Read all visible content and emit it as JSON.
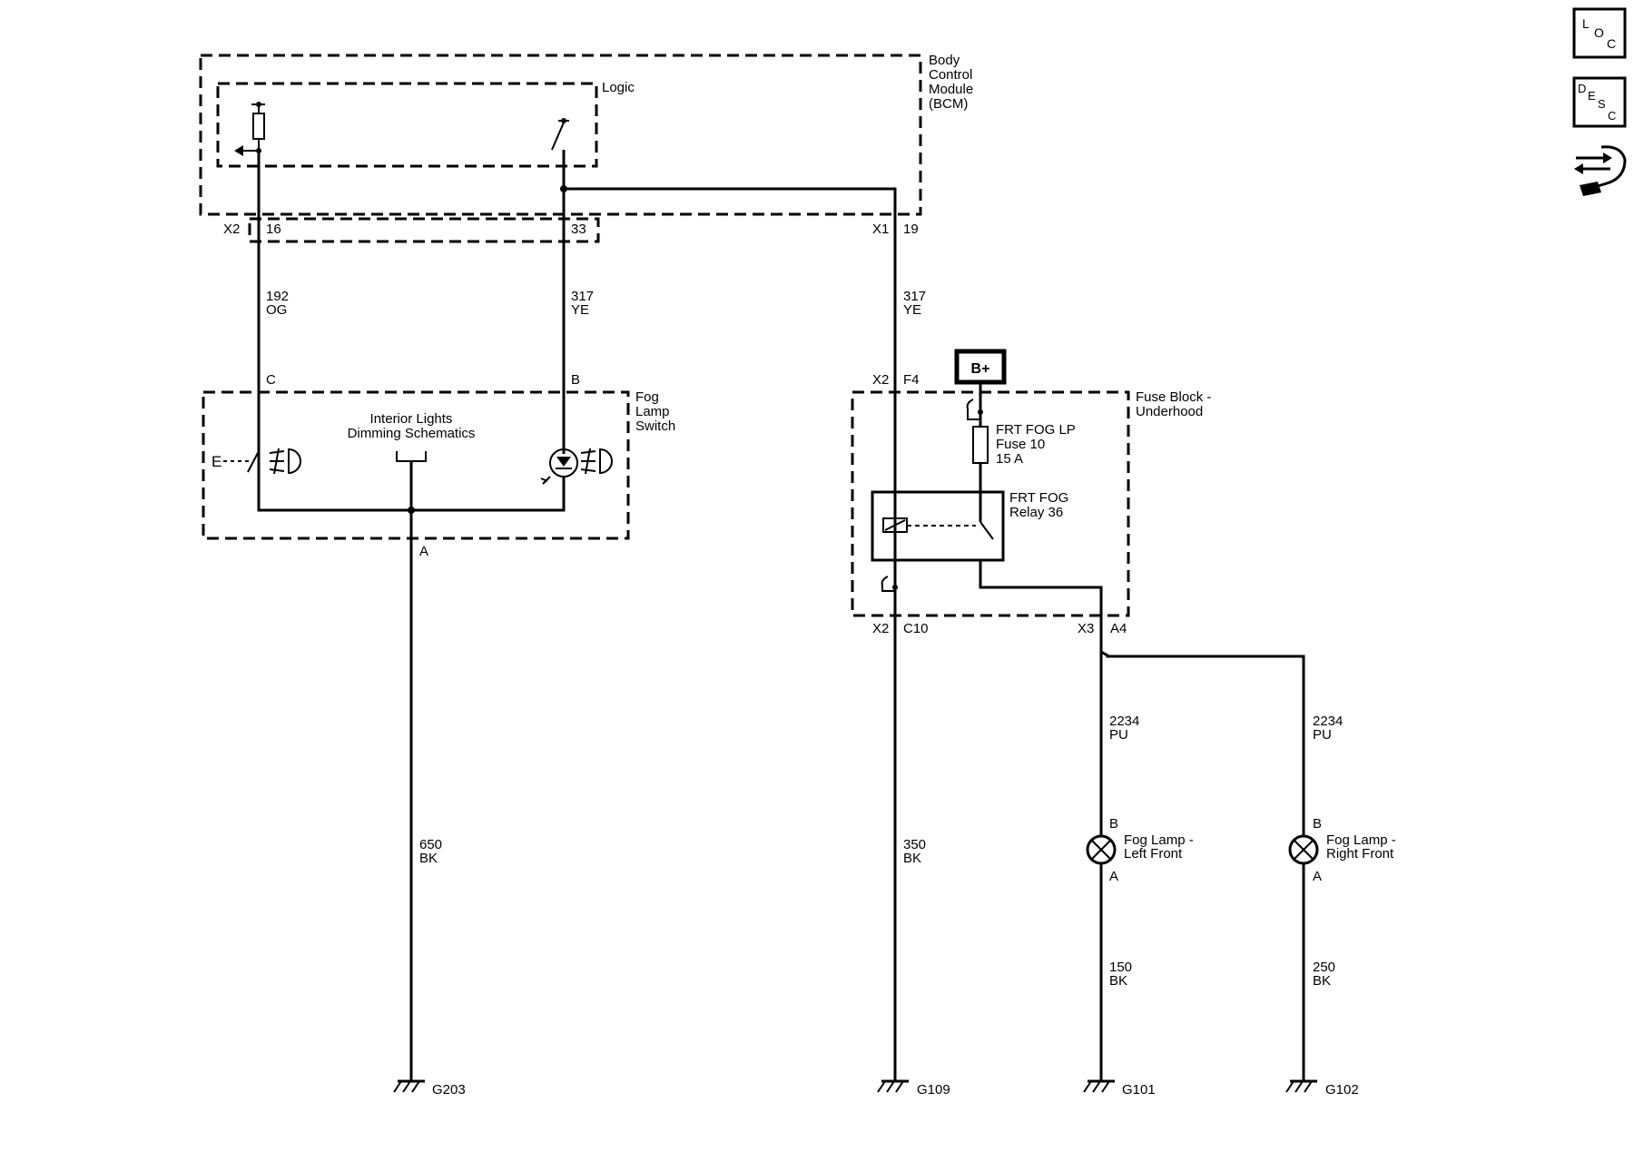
{
  "modules": {
    "bcm": {
      "line1": "Body",
      "line2": "Control",
      "line3": "Module",
      "line4": "(BCM)"
    },
    "logic": "Logic",
    "fog_switch": {
      "line1": "Fog",
      "line2": "Lamp",
      "line3": "Switch"
    },
    "dimming": {
      "line1": "Interior Lights",
      "line2": "Dimming Schematics"
    },
    "fuse_block": {
      "line1": "Fuse Block -",
      "line2": "Underhood"
    },
    "battery": "B+",
    "fuse": {
      "line1": "FRT FOG LP",
      "line2": "Fuse 10",
      "line3": "15 A"
    },
    "relay": {
      "line1": "FRT FOG",
      "line2": "Relay 36"
    }
  },
  "connectors": {
    "bcm_x2": "X2",
    "bcm_x2_pin": "16",
    "bcm_pin33": "33",
    "bcm_x1": "X1",
    "bcm_x1_pin": "19",
    "sw_c": "C",
    "sw_b": "B",
    "sw_a": "A",
    "fb_x2_top": "X2",
    "fb_f4": "F4",
    "fb_x2_bot": "X2",
    "fb_c10": "C10",
    "fb_x3": "X3",
    "fb_a4": "A4",
    "lf_b": "B",
    "lf_a": "A",
    "rf_b": "B",
    "rf_a": "A"
  },
  "wires": {
    "w192": {
      "circuit": "192",
      "color": "OG"
    },
    "w317a": {
      "circuit": "317",
      "color": "YE"
    },
    "w317b": {
      "circuit": "317",
      "color": "YE"
    },
    "w650": {
      "circuit": "650",
      "color": "BK"
    },
    "w350": {
      "circuit": "350",
      "color": "BK"
    },
    "w2234a": {
      "circuit": "2234",
      "color": "PU"
    },
    "w2234b": {
      "circuit": "2234",
      "color": "PU"
    },
    "w150": {
      "circuit": "150",
      "color": "BK"
    },
    "w250": {
      "circuit": "250",
      "color": "BK"
    }
  },
  "lamps": {
    "left": {
      "line1": "Fog Lamp -",
      "line2": "Left Front"
    },
    "right": {
      "line1": "Fog Lamp -",
      "line2": "Right Front"
    }
  },
  "grounds": {
    "g203": "G203",
    "g109": "G109",
    "g101": "G101",
    "g102": "G102"
  },
  "side_icons": {
    "loc": {
      "l": "L",
      "o": "O",
      "c": "C"
    },
    "desc": {
      "d": "D",
      "e": "E",
      "s": "S",
      "c": "C"
    },
    "nav_icon": "arrows-wrench-icon"
  }
}
